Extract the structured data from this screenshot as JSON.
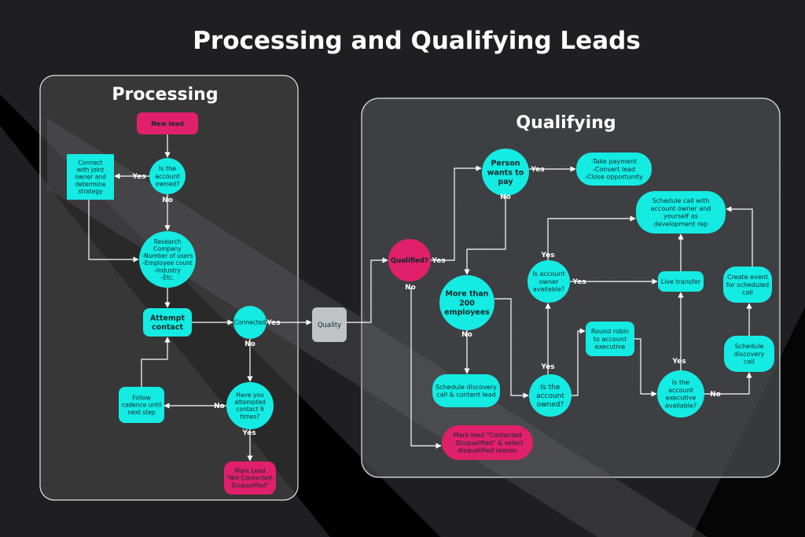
{
  "title": "Processing and Qualifying Leads",
  "colors": {
    "background": "#1f1f21",
    "panel": "#4a4b4d",
    "cyan": "#14ebe3",
    "pink": "#e0206a",
    "gray_node": "#bfc3c6",
    "line": "#ffffff"
  },
  "panels": {
    "processing": {
      "title": "Processing"
    },
    "qualifying": {
      "title": "Qualifying"
    }
  },
  "nodes": {
    "new_lead": {
      "lines": [
        "New lead"
      ]
    },
    "is_account_owned_1": {
      "lines": [
        "Is the",
        "account",
        "owned?"
      ]
    },
    "connect_joint_owner": {
      "lines": [
        "Connect",
        "with joint",
        "owner and",
        "determine",
        "strategy"
      ]
    },
    "research_company": {
      "lines": [
        "Research",
        "Company",
        "-Number of users",
        "-Employee count",
        "-Industry",
        "-Etc."
      ]
    },
    "attempt_contact": {
      "lines": [
        "Attempt",
        "contact"
      ]
    },
    "connected": {
      "lines": [
        "Connected"
      ]
    },
    "attempted_9_times": {
      "lines": [
        "Have you",
        "attempted",
        "contact 9",
        "times?"
      ]
    },
    "follow_cadence": {
      "lines": [
        "Follow",
        "cadence until",
        "next step"
      ]
    },
    "mark_not_contacted": {
      "lines": [
        "Mark Lead",
        "\"Not Contacted-",
        "Disqualified\""
      ]
    },
    "quality": {
      "lines": [
        "Quality"
      ]
    },
    "qualified": {
      "lines": [
        "Qualified?"
      ]
    },
    "person_wants_to_pay": {
      "lines": [
        "Person",
        "wants to",
        "pay"
      ]
    },
    "take_payment": {
      "lines": [
        "-Take payment",
        "-Convert lead",
        "-Close opportunity"
      ]
    },
    "more_than_200": {
      "lines": [
        "More than",
        "200",
        "employees"
      ]
    },
    "schedule_discovery_content": {
      "lines": [
        "Schedule discovery",
        "call & content lead"
      ]
    },
    "is_account_owned_2": {
      "lines": [
        "Is the",
        "account",
        "owned?"
      ]
    },
    "is_owner_available": {
      "lines": [
        "Is account",
        "owner",
        "available?"
      ]
    },
    "schedule_call_owner": {
      "lines": [
        "Schedule call with",
        "account owner and",
        "yourself as",
        "development rep"
      ]
    },
    "live_transfer": {
      "lines": [
        "Live transfer"
      ]
    },
    "round_robin": {
      "lines": [
        "Round robin",
        "to account",
        "executive"
      ]
    },
    "is_exec_available": {
      "lines": [
        "Is the",
        "account",
        "executive",
        "available?"
      ]
    },
    "schedule_discovery_call": {
      "lines": [
        "Schedule",
        "discovery",
        "call"
      ]
    },
    "create_event": {
      "lines": [
        "Create event",
        "for scheduled",
        "call"
      ]
    },
    "mark_contacted_disqualified": {
      "lines": [
        "Mark lead \"Contacted",
        "- Disqualified\" & select",
        "disqualified reason"
      ]
    }
  },
  "edge_labels": {
    "yes": "Yes",
    "no": "No"
  }
}
